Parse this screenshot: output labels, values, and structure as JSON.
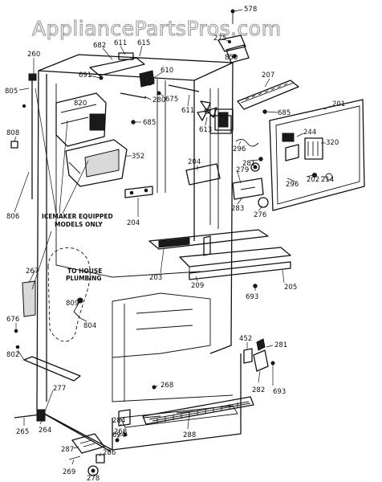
{
  "watermark": "AppliancePartsPros.com",
  "notes": {
    "icemaker_line1": "ICEMAKER EQUIPPED",
    "icemaker_line2": "MODELS ONLY",
    "plumbing_line1": "TO HOUSE",
    "plumbing_line2": "PLUMBING"
  },
  "labels": {
    "l578": "578",
    "l682": "682",
    "l611a": "611",
    "l615": "615",
    "l275": "275",
    "l850": "850",
    "l260": "260",
    "l691": "691",
    "l610": "610",
    "l207": "207",
    "l805": "805",
    "l820": "820",
    "l280": "280",
    "l675": "675",
    "l611b": "611",
    "l685a": "685",
    "l201": "201",
    "l685b": "685",
    "l613": "613",
    "l244": "244",
    "l808": "808",
    "l320": "320",
    "l352": "352",
    "l296a": "296",
    "l204a": "204",
    "l279": "279",
    "l281a": "281",
    "l202": "202",
    "l214": "214",
    "l296b": "296",
    "l283": "283",
    "l276": "276",
    "l204b": "204",
    "l806": "806",
    "l203": "203",
    "l209": "209",
    "l205": "205",
    "l267": "267",
    "l809": "809",
    "l693a": "693",
    "l804": "804",
    "l676": "676",
    "l452": "452",
    "l281b": "281",
    "l802": "802",
    "l277": "277",
    "l268a": "268",
    "l282": "282",
    "l693b": "693",
    "l265": "265",
    "l264": "264",
    "l284": "284",
    "l694": "694",
    "l288": "288",
    "l287": "287",
    "l268b": "268",
    "l286": "286",
    "l269": "269",
    "l278": "278"
  }
}
